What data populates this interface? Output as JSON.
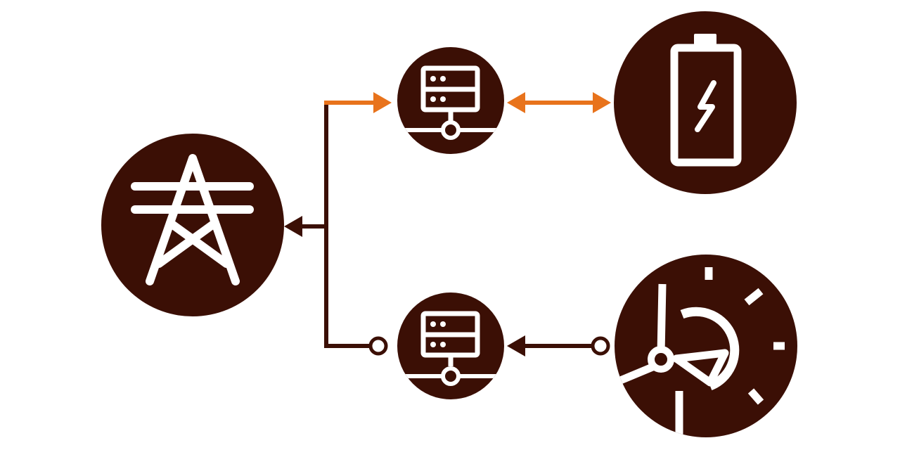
{
  "colors": {
    "node": "#3b0f05",
    "icon": "#ffffff",
    "link": "#3b0f05",
    "highlight": "#e8731c",
    "background": "#ffffff"
  },
  "nodes": [
    {
      "id": "grid",
      "icon": "transmission-tower-icon"
    },
    {
      "id": "server-top",
      "icon": "network-server-icon"
    },
    {
      "id": "server-bottom",
      "icon": "network-server-icon"
    },
    {
      "id": "battery",
      "icon": "battery-charging-icon"
    },
    {
      "id": "renewables",
      "icon": "wind-solar-icon"
    }
  ],
  "links": [
    {
      "from": "server-top",
      "to": "grid",
      "direction": "to-grid"
    },
    {
      "from": "grid",
      "to": "server-top",
      "direction": "to-server",
      "highlighted": true
    },
    {
      "from": "server-bottom",
      "to": "grid",
      "direction": "to-grid"
    },
    {
      "from": "server-top",
      "to": "battery",
      "direction": "bidirectional",
      "highlighted": true
    },
    {
      "from": "renewables",
      "to": "server-bottom",
      "direction": "to-server"
    }
  ]
}
